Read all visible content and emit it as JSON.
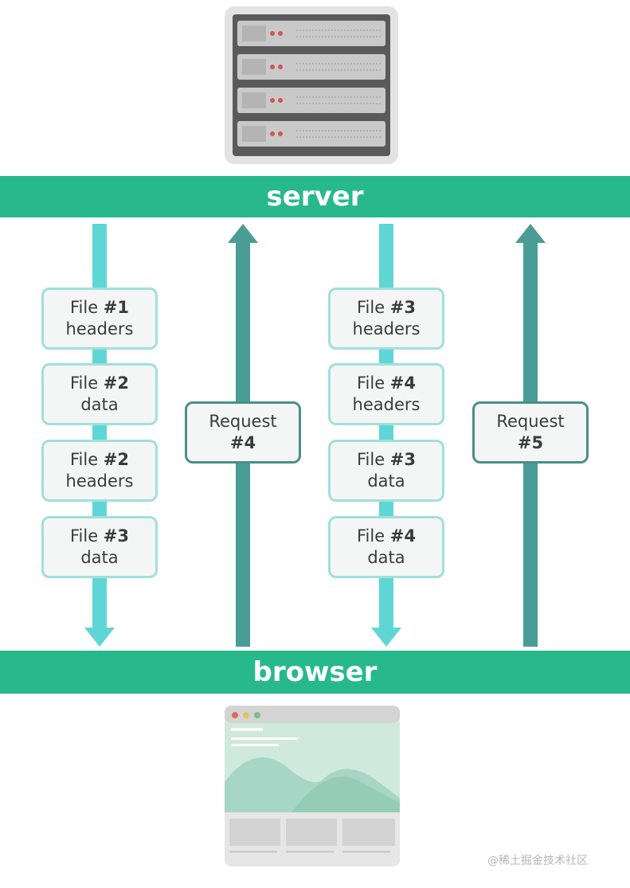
{
  "bands": {
    "server": "server",
    "browser": "browser"
  },
  "columns": [
    {
      "direction": "down",
      "boxes": [
        {
          "pre": "File ",
          "num": "#1",
          "second": "headers"
        },
        {
          "pre": "File ",
          "num": "#2",
          "second": "data"
        },
        {
          "pre": "File ",
          "num": "#2",
          "second": "headers"
        },
        {
          "pre": "File ",
          "num": "#3",
          "second": "data"
        }
      ]
    },
    {
      "direction": "up",
      "boxes": [
        {
          "pre": "Request",
          "num": "#4"
        }
      ]
    },
    {
      "direction": "down",
      "boxes": [
        {
          "pre": "File ",
          "num": "#3",
          "second": "headers"
        },
        {
          "pre": "File ",
          "num": "#4",
          "second": "headers"
        },
        {
          "pre": "File ",
          "num": "#3",
          "second": "data"
        },
        {
          "pre": "File ",
          "num": "#4",
          "second": "data"
        }
      ]
    },
    {
      "direction": "up",
      "boxes": [
        {
          "pre": "Request",
          "num": "#5"
        }
      ]
    }
  ],
  "colors": {
    "band": "#27b98a",
    "down_arrow": "#5fd6d6",
    "up_arrow": "#4a9d96",
    "box_border": "#9fe0dc",
    "request_border": "#4a8f88"
  },
  "icons": {
    "top": "server-rack-icon",
    "bottom": "browser-window-icon"
  },
  "watermark": "@稀土掘金技术社区"
}
